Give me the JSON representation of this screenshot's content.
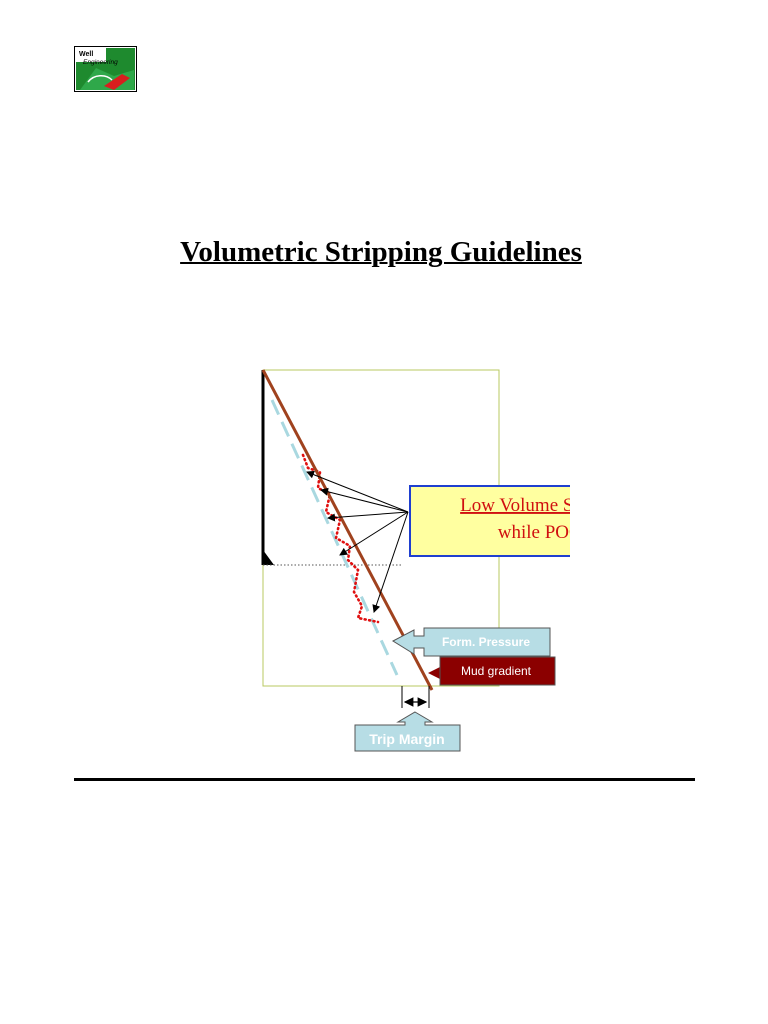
{
  "logo": {
    "line1": "Well",
    "line2": "Engineering",
    "colors": {
      "green": "#1e8a2e",
      "red": "#d81e1e"
    }
  },
  "title": "Volumetric Stripping Guidelines",
  "diagram": {
    "callout": {
      "line1": "Low Volume Swabbing",
      "line2": "while POOH."
    },
    "form_pressure_label": "Form. Pressure",
    "mud_gradient_label": "Mud gradient",
    "trip_margin_label": "Trip Margin",
    "colors": {
      "mud_gradient_line": "#a0421e",
      "formation_pressure_line": "#a9d8e0",
      "swab_dots": "#e01010",
      "callout_fill": "#ffffa0",
      "callout_border": "#1f3fd0",
      "callout_text": "#d01010",
      "label_fill": "#b7dde5",
      "mud_label_fill": "#8b0000",
      "frame": "#b8c860"
    }
  }
}
